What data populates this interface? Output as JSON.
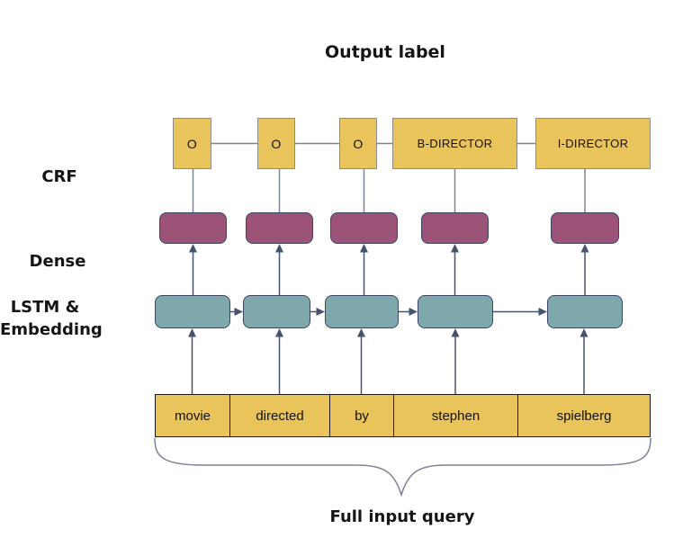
{
  "diagram": {
    "output_label": "Output label",
    "input_label": "Full input query",
    "layer_labels": {
      "crf": "CRF",
      "dense": "Dense",
      "lstm_line1": "LSTM &",
      "lstm_line2": "Embedding"
    },
    "crf_labels": [
      "O",
      "O",
      "O",
      "B-DIRECTOR",
      "I-DIRECTOR"
    ],
    "input_tokens": [
      "movie",
      "directed",
      "by",
      "stephen",
      "spielberg"
    ],
    "colors": {
      "yellow_fill": "#E8C45B",
      "dense_fill": "#9B5377",
      "lstm_fill": "#7FA8AD",
      "node_border": "#3C4660",
      "arrow": "#47526B",
      "gray_line": "#7B8494",
      "crf_border": "#8C8C8C",
      "strip_border": "#1A1A1A"
    }
  }
}
